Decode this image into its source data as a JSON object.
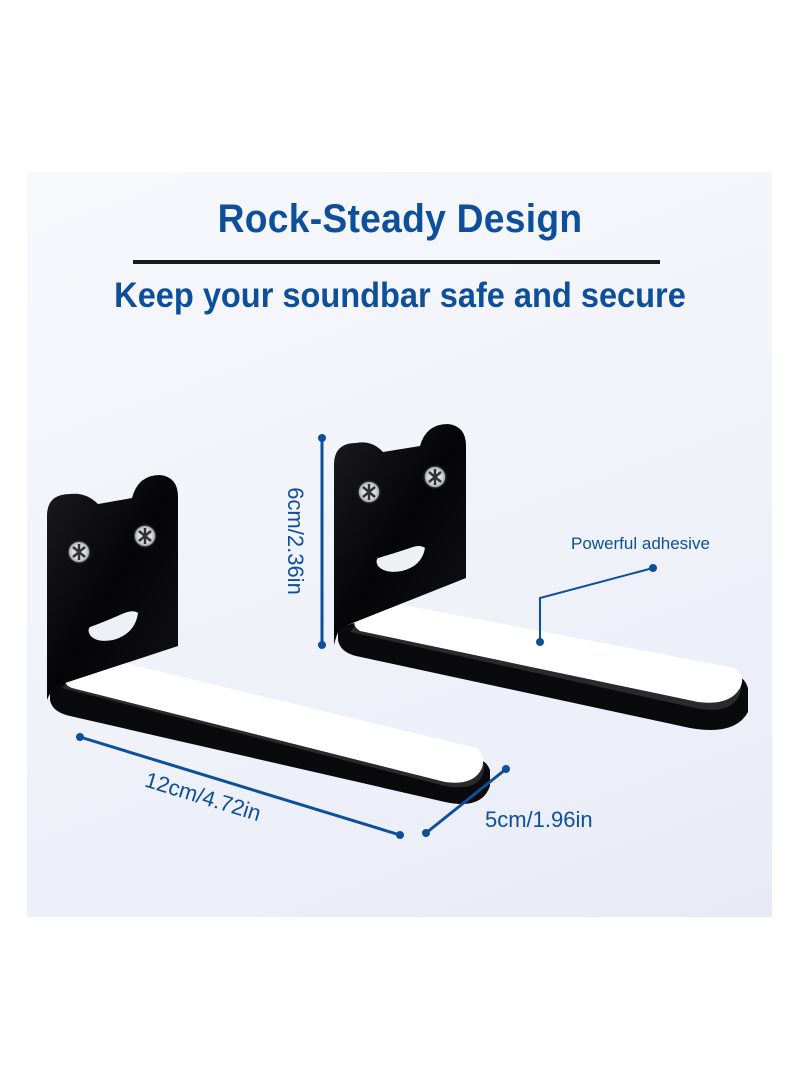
{
  "header": {
    "title": "Rock-Steady Design",
    "subtitle": "Keep your soundbar safe and secure"
  },
  "product": {
    "name": "soundbar wall bracket",
    "count": 2,
    "face": "smiley face with two screw eyes"
  },
  "annotations": {
    "height": "6cm/2.36in",
    "length": "12cm/4.72in",
    "width": "5cm/1.96in",
    "callout": "Powerful adhesive"
  },
  "colors": {
    "accent": "#0d4f9a",
    "bracket": "#0a0a0c",
    "adhesive_pad": "#ffffff",
    "background": "#f2f4fa",
    "divider": "#1a1a1a"
  }
}
